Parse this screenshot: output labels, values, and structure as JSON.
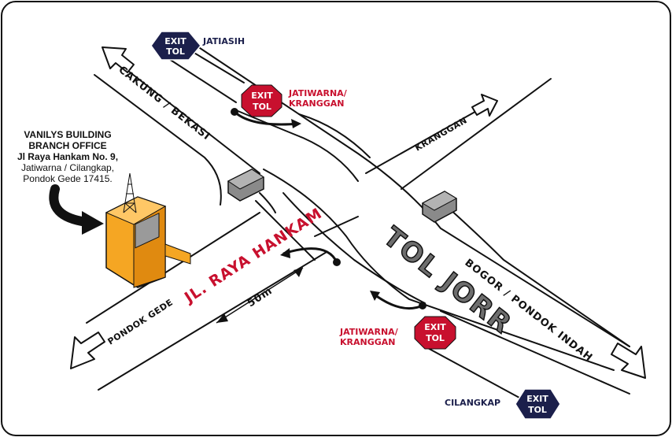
{
  "office": {
    "name_line1": "VANILYS BUILDING",
    "name_line2": "BRANCH OFFICE",
    "address_line1": "Jl Raya Hankam No. 9,",
    "address_line2": "Jatiwarna / Cilangkap,",
    "address_line3": "Pondok Gede 17415."
  },
  "roads": {
    "cakung_bekasi": "CAKUNG / BEKASI",
    "kranggan": "KRANGGAN",
    "bogor_pondok_indah": "BOGOR / PONDOK INDAH",
    "pondok_gede": "PONDOK GEDE",
    "jl_raya_hankam": "JL. RAYA HANKAM",
    "tol_jorr": "TOL JORR",
    "distance": "50m"
  },
  "exits": {
    "jatiasih": {
      "badge_line1": "EXIT",
      "badge_line2": "TOL",
      "label": "JATIASIH",
      "color": "#1b1f4b"
    },
    "jatiwarna_top": {
      "badge_line1": "EXIT",
      "badge_line2": "TOL",
      "label_line1": "JATIWARNA/",
      "label_line2": "KRANGGAN",
      "color": "#c8102e"
    },
    "jatiwarna_bottom": {
      "badge_line1": "EXIT",
      "badge_line2": "TOL",
      "label_line1": "JATIWARNA/",
      "label_line2": "KRANGGAN",
      "color": "#c8102e"
    },
    "cilangkap": {
      "badge_line1": "EXIT",
      "badge_line2": "TOL",
      "label": "CILANGKAP",
      "color": "#1b1f4b"
    }
  },
  "colors": {
    "building": "#f5a623",
    "accent_red": "#c8102e",
    "accent_navy": "#1b1f4b",
    "road_text_main": "#6e6e6e"
  }
}
